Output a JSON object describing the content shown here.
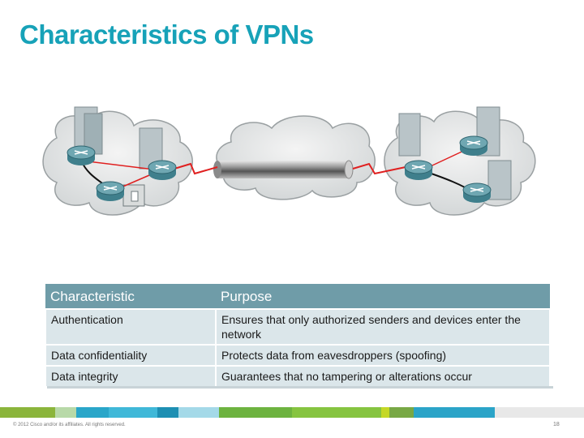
{
  "title": "Characteristics of VPNs",
  "table": {
    "headers": [
      "Characteristic",
      "Purpose"
    ],
    "rows": [
      {
        "characteristic": "Authentication",
        "purpose": "Ensures that only authorized senders and devices enter the network"
      },
      {
        "characteristic": "Data confidentiality",
        "purpose": "Protects data from eavesdroppers (spoofing)"
      },
      {
        "characteristic": "Data integrity",
        "purpose": "Guarantees that no tampering or alterations occur"
      }
    ]
  },
  "footer": {
    "copyright": "© 2012 Cisco and/or its affiliates. All rights reserved.",
    "page_number": "18"
  },
  "colors": {
    "title": "#17a2b8",
    "header_bg": "#6f9ca8",
    "row_bg": "#dbe6ea",
    "tunnel_link": "#e02020",
    "router": "#3f7f8c"
  }
}
